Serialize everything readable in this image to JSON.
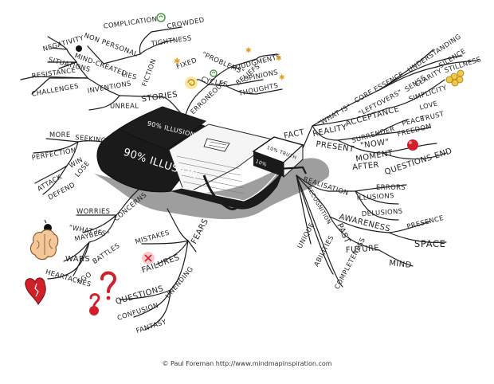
{
  "diagram": {
    "book": {
      "cover_text": "90% ILLUSION",
      "top_text": "90% ILLUSION",
      "end_text_top": "10% TRUTH",
      "end_text_front": "10%"
    },
    "left_labels": {
      "complications": "COMPLICATIONS",
      "crowded": "CROWDED",
      "tightness": "TIGHTNESS",
      "negativity": "NEGATIVITY",
      "non_personal": "NON PERSONAL",
      "mind_created": "MIND-CREATED",
      "lies": "LIES",
      "fiction": "FICTION",
      "situations": "SITUATIONS",
      "resistance": "RESISTANCE",
      "inventions": "INVENTIONS",
      "challenges": "CHALLENGES",
      "unreal": "UNREAL",
      "stories": "STORIES",
      "problems": "\"PROBLEMS\"",
      "fixed": "FIXED",
      "cycles": "CYCLES",
      "beliefs": "BELIEFS",
      "judgments": "JUDGMENTS",
      "opinions": "OPINIONS",
      "thoughts": "THOUGHTS",
      "erroneous": "ERRONEOUS",
      "more": "MORE",
      "seeking": "SEEKING",
      "perfection": "PERFECTION",
      "win": "WIN",
      "lose": "LOSE",
      "attack": "ATTACK",
      "defend": "DEFEND",
      "worries": "WORRIES",
      "what_ifs": "\"WHAT IFS\"",
      "maybes": "MAYBES",
      "concerns": "CONCERNS",
      "wars": "WARS",
      "battles": "BATTLES",
      "heartaches": "HEARTACHES",
      "ego": "EGO",
      "mistakes": "MISTAKES",
      "fears": "FEARS",
      "failures": "FAILURES",
      "questions": "QUESTIONS",
      "unending": "UNENDING",
      "confusion": "CONFUSION",
      "fantasy": "FANTASY"
    },
    "right_labels": {
      "what_is": "\"WHAT IS\"",
      "core_essence": "CORE ESSENCE",
      "leftovers": "\"LEFTOVERS\"",
      "sense": "SENSE",
      "understanding": "UNDERSTANDING",
      "clarity": "CLARITY",
      "silence": "SILENCE",
      "stillness": "STILLNESS",
      "simplicity": "SIMPLICITY",
      "fact": "FACT",
      "reality": "REALITY",
      "acceptance": "ACCEPTANCE",
      "surrender": "SURRENDER",
      "peace": "PEACE",
      "love": "LOVE",
      "trust": "TRUST",
      "present": "PRESENT",
      "now": "\"NOW\"",
      "freedom": "FREEDOM",
      "moment": "MOMENT",
      "after": "AFTER",
      "questions_end": "QUESTIONS END",
      "realisation": "REALISATION",
      "errors": "ERRORS",
      "illusions": "ILLUSIONS",
      "delusions": "DELUSIONS",
      "recognition": "RECOGNITION",
      "awareness": "AWARENESS",
      "presence": "PRESENCE",
      "space": "SPACE",
      "past": "PAST",
      "future": "FUTURE",
      "mind": "MIND",
      "unique": "UNIQUE",
      "abilities": "ABILITIES",
      "completeness": "COMPLETENESS"
    },
    "icons": [
      "green-swirl-icon",
      "yellow-swirl-icon",
      "asterisk-icon",
      "bomb-icon",
      "brain-icon",
      "broken-heart-icon",
      "question-mark-icon",
      "red-x-icon",
      "red-ball-icon",
      "flower-cluster-icon"
    ],
    "colors": {
      "ink": "#1c1c1c",
      "book": "#1a1a1a",
      "shadow": "#8a8a8a",
      "red": "#d0202a",
      "yellow": "#f2c84b",
      "green": "#4c9a4c"
    }
  },
  "footer": {
    "copyright": "© Paul Foreman http://www.mindmapinspiration.com"
  }
}
